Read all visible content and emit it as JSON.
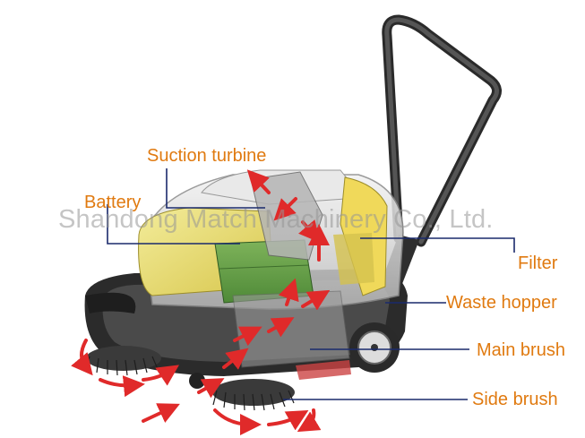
{
  "labels": {
    "suction_turbine": "Suction turbine",
    "battery": "Battery",
    "filter": "Filter",
    "waste_hopper": "Waste hopper",
    "main_brush": "Main brush",
    "side_brush": "Side brush"
  },
  "watermark": "Shandong Match Machinery Co., Ltd.",
  "colors": {
    "label_text": "#e07a10",
    "leader_line": "#1a2a6c",
    "arrow": "#e02a2a",
    "battery_body": "#e6d96a",
    "battery_cell": "#6aa04a",
    "machine_frame": "#2a2a2a",
    "hopper_glass": "#c8c8c8",
    "brush_bristles": "#333333"
  }
}
